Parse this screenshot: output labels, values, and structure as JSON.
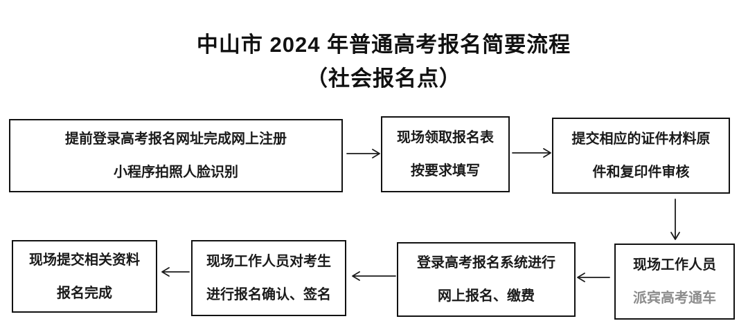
{
  "title": {
    "line1": "中山市 2024 年普通高考报名简要流程",
    "line2": "（社会报名点）"
  },
  "boxes": [
    {
      "id": "step-1",
      "lines": [
        "提前登录高考报名网址完成网上注册",
        "小程序拍照人脸识别"
      ]
    },
    {
      "id": "step-2",
      "lines": [
        "现场领取报名表",
        "按要求填写"
      ]
    },
    {
      "id": "step-3",
      "lines": [
        "提交相应的证件材料原",
        "件和复印件审核"
      ]
    },
    {
      "id": "step-4",
      "lines": [
        "现场工作人员",
        "派宾高考通车"
      ]
    },
    {
      "id": "step-5",
      "lines": [
        "登录高考报名系统进行",
        "网上报名、缴费"
      ]
    },
    {
      "id": "step-6",
      "lines": [
        "现场工作人员对考生",
        "进行报名确认、签名"
      ]
    },
    {
      "id": "step-7",
      "lines": [
        "现场提交相关资料",
        "报名完成"
      ]
    }
  ],
  "arrows": [
    {
      "from": "step-1",
      "to": "step-2",
      "direction": "right"
    },
    {
      "from": "step-2",
      "to": "step-3",
      "direction": "right"
    },
    {
      "from": "step-3",
      "to": "step-4",
      "direction": "down"
    },
    {
      "from": "step-4",
      "to": "step-5",
      "direction": "left"
    },
    {
      "from": "step-5",
      "to": "step-6",
      "direction": "left"
    },
    {
      "from": "step-6",
      "to": "step-7",
      "direction": "left"
    }
  ],
  "colors": {
    "background": "#ffffff",
    "ink": "#1a1a1a",
    "watermark_text": "#8c8c8c"
  }
}
